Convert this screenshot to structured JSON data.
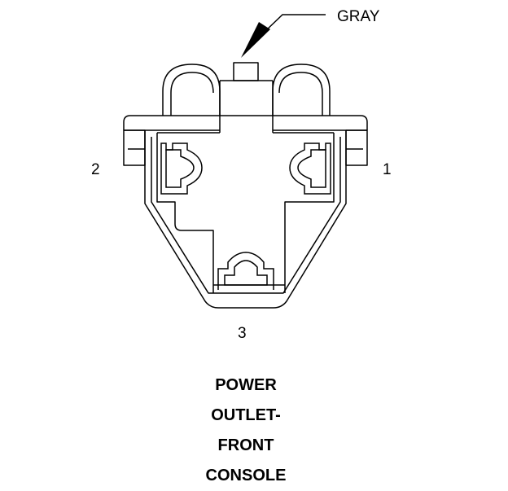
{
  "callout": {
    "color_label": "GRAY"
  },
  "pins": {
    "pin_1": "1",
    "pin_2": "2",
    "pin_3": "3"
  },
  "caption": {
    "line_1": "POWER",
    "line_2": "OUTLET-",
    "line_3": "FRONT",
    "line_4": "CONSOLE"
  }
}
